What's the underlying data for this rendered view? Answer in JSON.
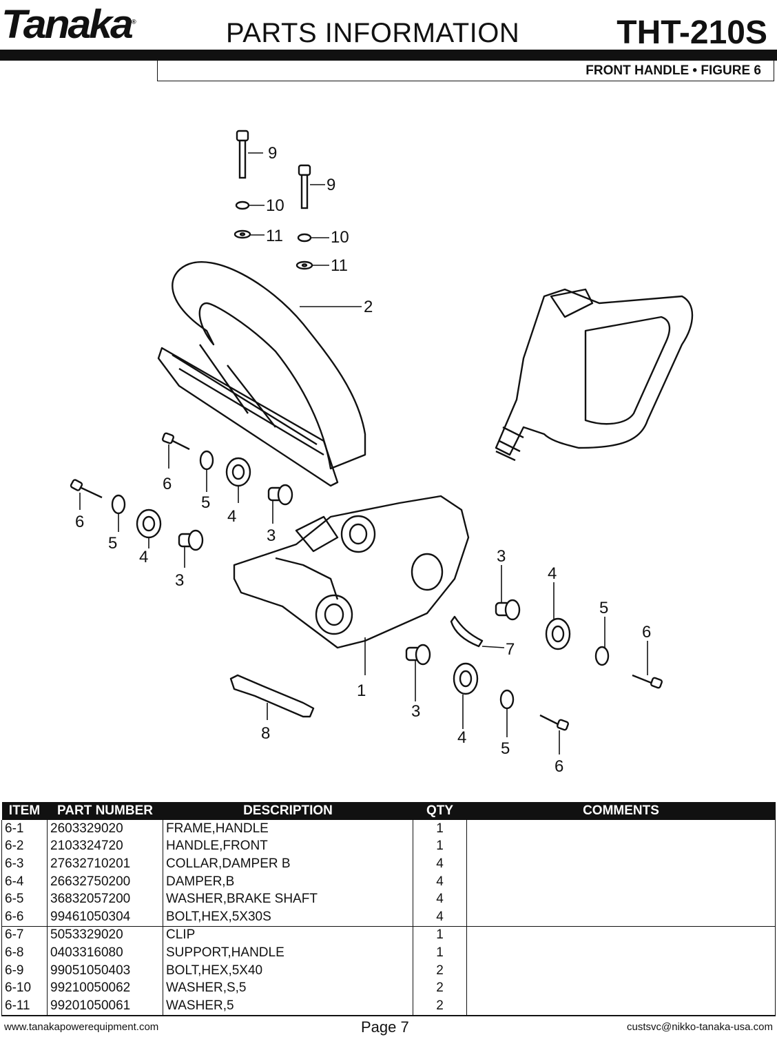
{
  "header": {
    "logo": "Tanaka",
    "registered": "®",
    "title": "PARTS INFORMATION",
    "model": "THT-210S",
    "subtitle": "FRONT HANDLE  •  FIGURE 6"
  },
  "callouts": [
    "1",
    "2",
    "3",
    "3",
    "3",
    "3",
    "4",
    "4",
    "4",
    "4",
    "5",
    "5",
    "5",
    "5",
    "6",
    "6",
    "6",
    "6",
    "7",
    "8",
    "9",
    "9",
    "10",
    "10",
    "11",
    "11"
  ],
  "table": {
    "headers": [
      "ITEM",
      "PART NUMBER",
      "DESCRIPTION",
      "QTY",
      "COMMENTS"
    ],
    "rows": [
      {
        "item": "6-1",
        "part_number": "2603329020",
        "description": "FRAME,HANDLE",
        "qty": "1",
        "comments": ""
      },
      {
        "item": "6-2",
        "part_number": "2103324720",
        "description": "HANDLE,FRONT",
        "qty": "1",
        "comments": ""
      },
      {
        "item": "6-3",
        "part_number": "27632710201",
        "description": "COLLAR,DAMPER B",
        "qty": "4",
        "comments": ""
      },
      {
        "item": "6-4",
        "part_number": "26632750200",
        "description": "DAMPER,B",
        "qty": "4",
        "comments": ""
      },
      {
        "item": "6-5",
        "part_number": "36832057200",
        "description": "WASHER,BRAKE SHAFT",
        "qty": "4",
        "comments": ""
      },
      {
        "item": "6-6",
        "part_number": "99461050304",
        "description": "BOLT,HEX,5X30S",
        "qty": "4",
        "comments": ""
      },
      {
        "item": "6-7",
        "part_number": "5053329020",
        "description": "CLIP",
        "qty": "1",
        "comments": ""
      },
      {
        "item": "6-8",
        "part_number": "0403316080",
        "description": "SUPPORT,HANDLE",
        "qty": "1",
        "comments": ""
      },
      {
        "item": "6-9",
        "part_number": "99051050403",
        "description": "BOLT,HEX,5X40",
        "qty": "2",
        "comments": ""
      },
      {
        "item": "6-10",
        "part_number": "99210050062",
        "description": "WASHER,S,5",
        "qty": "2",
        "comments": ""
      },
      {
        "item": "6-11",
        "part_number": "99201050061",
        "description": "WASHER,5",
        "qty": "2",
        "comments": ""
      }
    ]
  },
  "footer": {
    "website": "www.tanakapowerequipment.com",
    "page": "Page 7",
    "email": "custsvc@nikko-tanaka-usa.com"
  }
}
